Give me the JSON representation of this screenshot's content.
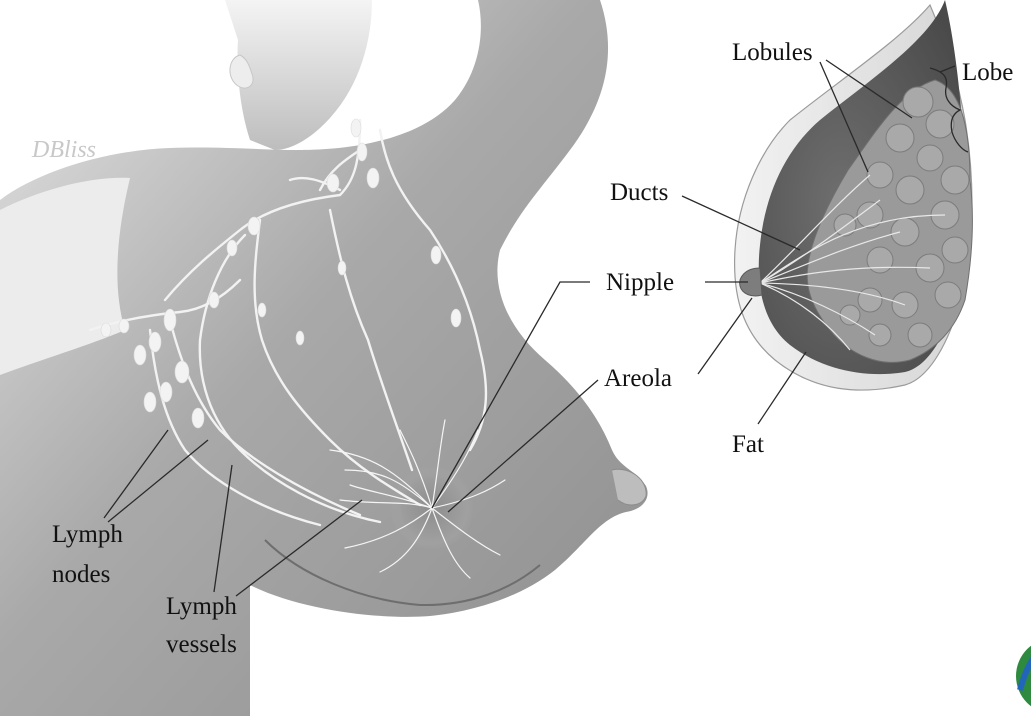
{
  "figure": {
    "signature": "DBliss",
    "labels": {
      "lobules": "Lobules",
      "lobe": "Lobe",
      "ducts": "Ducts",
      "nipple": "Nipple",
      "areola": "Areola",
      "fat": "Fat",
      "lymph_nodes_line1": "Lymph",
      "lymph_nodes_line2": "nodes",
      "lymph_vessels_line1": "Lymph",
      "lymph_vessels_line2": "vessels"
    }
  }
}
